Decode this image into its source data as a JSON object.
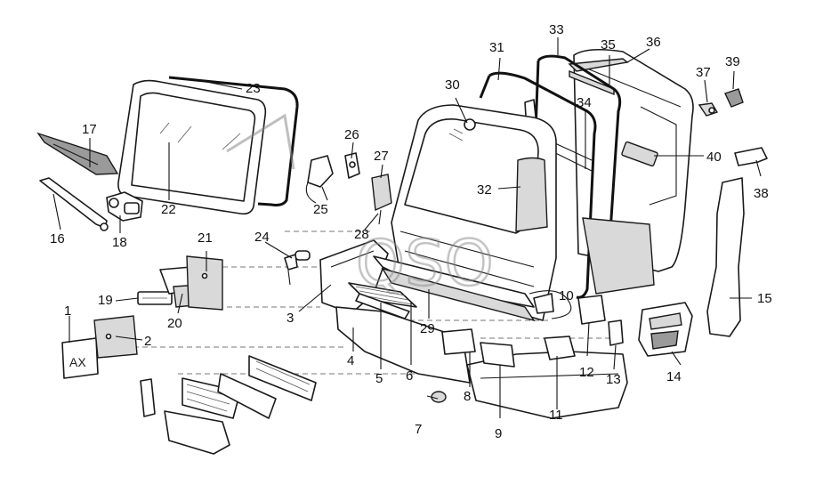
{
  "diagram": {
    "plate_text": "AX",
    "watermark_text": "QSO",
    "callouts": [
      {
        "id": "c1",
        "label": "1"
      },
      {
        "id": "c2",
        "label": "2"
      },
      {
        "id": "c3",
        "label": "3"
      },
      {
        "id": "c4",
        "label": "4"
      },
      {
        "id": "c5",
        "label": "5"
      },
      {
        "id": "c6",
        "label": "6"
      },
      {
        "id": "c7",
        "label": "7"
      },
      {
        "id": "c8",
        "label": "8"
      },
      {
        "id": "c9",
        "label": "9"
      },
      {
        "id": "c10",
        "label": "10"
      },
      {
        "id": "c11",
        "label": "11"
      },
      {
        "id": "c12",
        "label": "12"
      },
      {
        "id": "c13",
        "label": "13"
      },
      {
        "id": "c14",
        "label": "14"
      },
      {
        "id": "c15",
        "label": "15"
      },
      {
        "id": "c16",
        "label": "16"
      },
      {
        "id": "c17",
        "label": "17"
      },
      {
        "id": "c18",
        "label": "18"
      },
      {
        "id": "c19",
        "label": "19"
      },
      {
        "id": "c20",
        "label": "20"
      },
      {
        "id": "c21",
        "label": "21"
      },
      {
        "id": "c22",
        "label": "22"
      },
      {
        "id": "c23",
        "label": "23"
      },
      {
        "id": "c24",
        "label": "24"
      },
      {
        "id": "c25",
        "label": "25"
      },
      {
        "id": "c26",
        "label": "26"
      },
      {
        "id": "c27",
        "label": "27"
      },
      {
        "id": "c28",
        "label": "28"
      },
      {
        "id": "c29",
        "label": "29"
      },
      {
        "id": "c30",
        "label": "30"
      },
      {
        "id": "c31",
        "label": "31"
      },
      {
        "id": "c32",
        "label": "32"
      },
      {
        "id": "c33",
        "label": "33"
      },
      {
        "id": "c34",
        "label": "34"
      },
      {
        "id": "c35",
        "label": "35"
      },
      {
        "id": "c36",
        "label": "36"
      },
      {
        "id": "c37",
        "label": "37"
      },
      {
        "id": "c38",
        "label": "38"
      },
      {
        "id": "c39",
        "label": "39"
      },
      {
        "id": "c40",
        "label": "40"
      }
    ]
  }
}
